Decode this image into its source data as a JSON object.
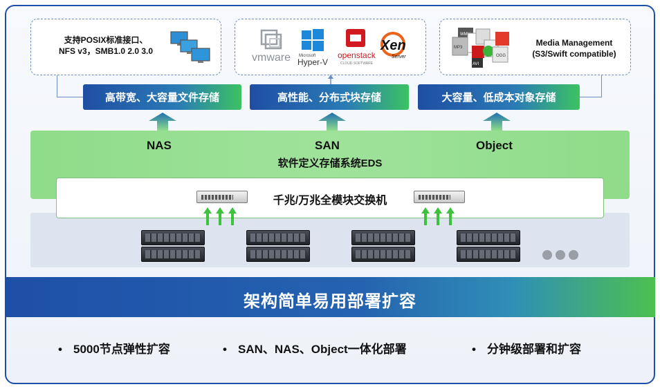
{
  "top_boxes": {
    "nas_line1": "支持POSIX标准接口、",
    "nas_line2": "NFS v3，SMB1.0 2.0 3.0",
    "san_logos": {
      "vmware": "vmware",
      "microsoft": "Microsoft",
      "hyperv": "Hyper-V",
      "openstack": "openstack",
      "openstack_sub": "CLOUD SOFTWARE",
      "xen": "Xen",
      "xen_sub": "Server"
    },
    "object_line1": "Media Management",
    "object_line2": "(S3/Swift compatible)",
    "media_icon_labels": [
      "WMV",
      "MP3",
      "AVI",
      "OGG"
    ]
  },
  "badges": {
    "nas": "高带宽、大容量文件存储",
    "san": "高性能、分布式块存储",
    "object": "大容量、低成本对象存储"
  },
  "protocols": {
    "nas": "NAS",
    "san": "SAN",
    "object": "Object"
  },
  "eds_title": "软件定义存储系统EDS",
  "switch_label": "千兆/万兆全模块交换机",
  "banner": "架构简单易用部署扩容",
  "features": [
    {
      "bullet": "•",
      "text": "5000节点弹性扩容"
    },
    {
      "bullet": "•",
      "text": "SAN、NAS、Object一体化部署"
    },
    {
      "bullet": "•",
      "text": "分钟级部署和扩容"
    }
  ],
  "colors": {
    "frame_blue": "#1e4fa8",
    "eds_green": "#9fe29a",
    "arrow_green": "#3cc23c",
    "banner_end_green": "#4cc04f"
  }
}
